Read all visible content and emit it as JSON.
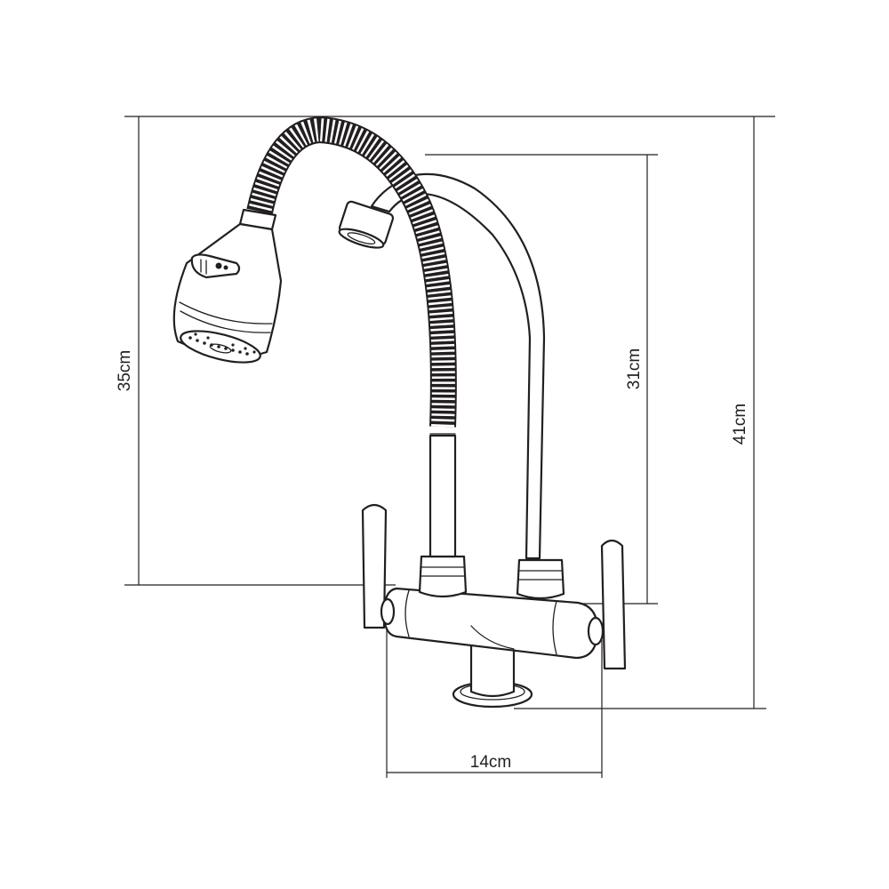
{
  "dimensions": {
    "hose_spout_height": "35cm",
    "fixed_spout_height": "31cm",
    "total_height": "41cm",
    "width": "14cm"
  }
}
